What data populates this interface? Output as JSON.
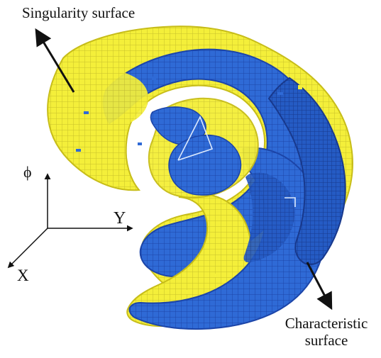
{
  "figure": {
    "labels": {
      "singularity_surface": "Singularity surface",
      "characteristic_surface_line1": "Characteristic",
      "characteristic_surface_line2": "surface"
    },
    "axes": {
      "phi": "ϕ",
      "y": "Y",
      "x": "X"
    },
    "colors": {
      "singularity": "#f4ef3a",
      "characteristic": "#2f6ad6",
      "shadow": "#1c45a8",
      "highlight": "#e7f1ff",
      "black": "#111111"
    }
  }
}
